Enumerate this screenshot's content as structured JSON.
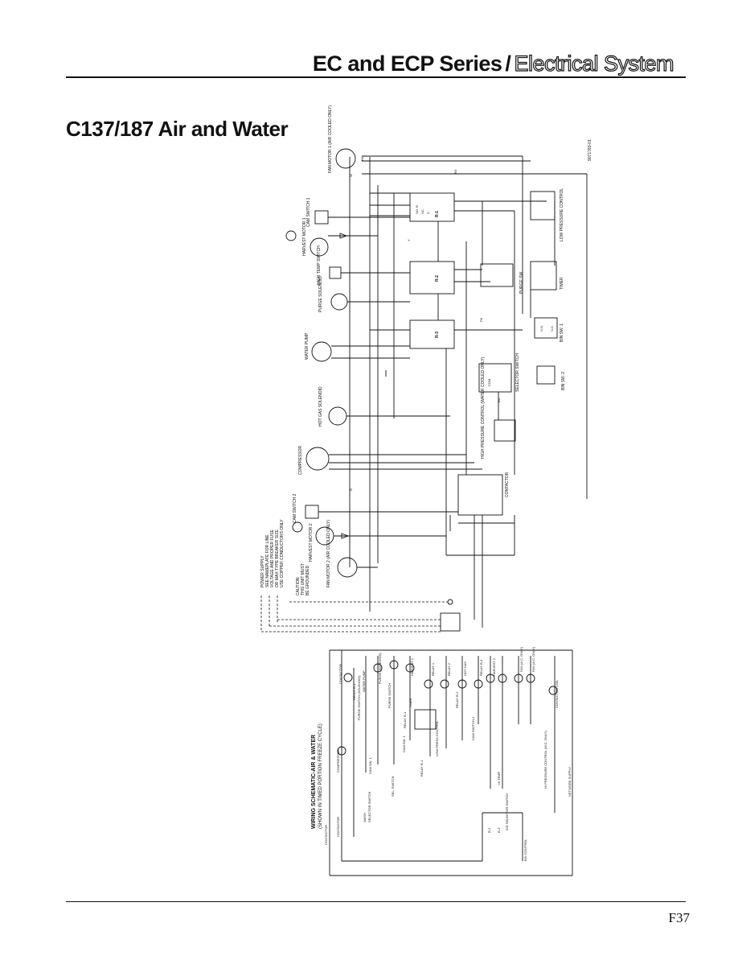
{
  "header": {
    "series": "EC and ECP Series",
    "separator": "/",
    "section": "Electrical System"
  },
  "page_title": "C137/187 Air and Water",
  "page_number": "F37",
  "diagram": {
    "drawing_number": "9071783-01",
    "components": {
      "fan_motor_1": "FAN MOTOR 1 (AIR COOLED ONLY)",
      "cam_switch_1": "CAM SWITCH 1",
      "harvest_motor_1": "HARVEST MOTOR 1",
      "hi_temp_switch": "HIGH TEMP SWITCH",
      "purge_solenoid": "PURGE SOLENOID",
      "water_pump": "WATER PUMP",
      "hot_gas_solenoid": "HOT GAS SOLENOID",
      "compressor": "COMPRESSOR",
      "cam_switch_2": "CAM SWITCH 2",
      "harvest_motor_2": "HARVEST MOTOR 2",
      "fan_motor_2": "FAN MOTOR 2 (AIR COOLED ONLY)",
      "relay_1": "R-1",
      "relay_2": "R-2",
      "relay_3": "R-3",
      "low_pressure_control": "LOW PRESSURE CONTROL",
      "purge_switch": "PURGE SW",
      "timer": "TIMER",
      "bin_switch_1": "BIN SW. 1",
      "bin_switch_2": "BIN SW. 2",
      "selector_switch": "SELECTOR SWITCH",
      "high_pressure_control": "HIGH PRESSURE CONTROL (WATER COOLED ONLY)",
      "contactor": "CONTACTOR"
    },
    "power_supply_notes": [
      "POWER SUPPLY",
      "SEE NAMEPLATE FOR LINE",
      "VOLTAGE AND PROPER FUSE",
      "OR MAX TYPE BREAKER SIZE",
      "USE COPPER CONDUCTORS ONLY"
    ],
    "caution_notes": [
      "CAUTION",
      "THIS UNIT MUST",
      "BE GROUNDED"
    ],
    "wire_codes": [
      "BK",
      "R",
      "W",
      "PK",
      "BU",
      "BN",
      "O",
      "Y"
    ],
    "contact_labels": [
      "NO",
      "NC",
      "C",
      "COM",
      "N.O.",
      "N.C."
    ],
    "schematic_title": "WIRING SCHEMATIC-AIR & WATER",
    "schematic_subtitle": "(SHOWN IN TIMED PORTION FREEZE CYCLE)",
    "schematic_loads": [
      "CONTACTOR",
      "WATER PUMP",
      "PURGE (SOLENOID)",
      "HARVEST 1",
      "RELAY 1",
      "RELAY 2",
      "HOT GAS",
      "RELAY R-3",
      "HARVEST 2",
      "FAN (A.C. ONLY)",
      "FAN (A.C. ONLY)",
      "CONTACTOR COIL"
    ],
    "schematic_labels": [
      "CONTACTOR",
      "CONTACTOR",
      "COMPRESSOR",
      "WASH",
      "SELECTOR SWITCH",
      "SEL. SWITCH",
      "CAM SW. 1",
      "RELAY R-1",
      "PURGE SWITCH (SOLENOID)",
      "CAM SW. 1",
      "RELAY R-1",
      "LOW PRESS CONTROL",
      "TIMER",
      "RELAY R-1",
      "PURGE SWITCH",
      "RELAY R-2",
      "CAM SWITCH-2",
      "HI TEMP",
      "ICE SELECTOR SWITCH",
      "HI PRESSURE CONTROL (W.C. ONLY)",
      "BIN CONTROL",
      "R-2",
      "R-3",
      "NETWORK SUPPLY"
    ]
  }
}
